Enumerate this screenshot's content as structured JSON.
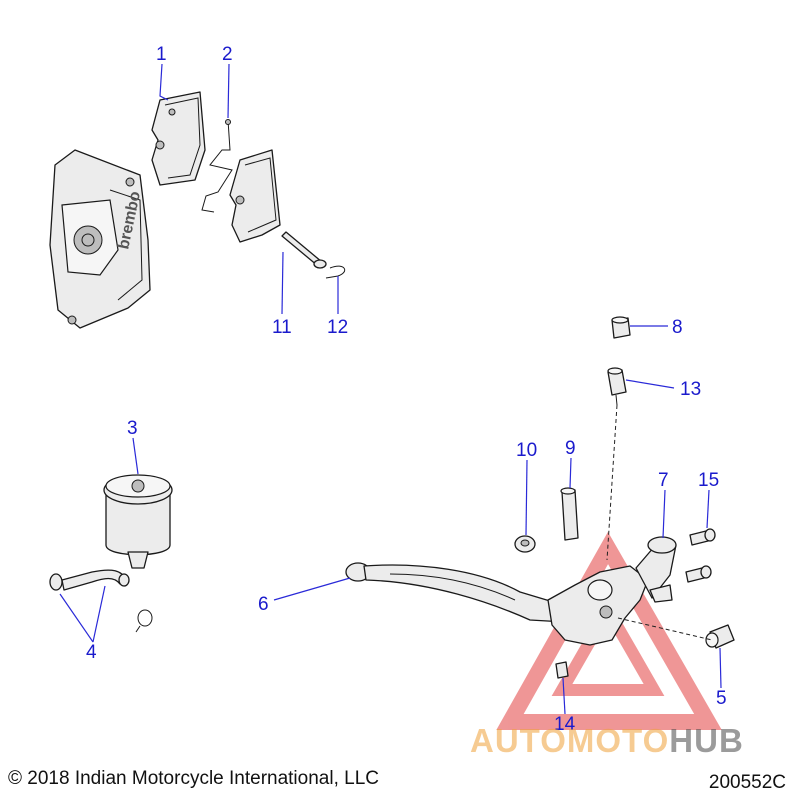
{
  "callouts": {
    "c1": "1",
    "c2": "2",
    "c3": "3",
    "c4": "4",
    "c5": "5",
    "c6": "6",
    "c7": "7",
    "c8": "8",
    "c9": "9",
    "c10": "10",
    "c11": "11",
    "c12": "12",
    "c13": "13",
    "c14": "14",
    "c15": "15"
  },
  "caliper_brand": "brembo",
  "footer": {
    "copyright": "© 2018 Indian Motorcycle International, LLC",
    "diagram_id": "200552C"
  },
  "watermark": {
    "part1": "AUTOMOTO",
    "part2": "HUB",
    "logo": "triangle-logo"
  },
  "colors": {
    "callout": "#1a1acc",
    "watermark_orange": "#f0a23a",
    "watermark_red": "#e03030",
    "watermark_gray": "#4a4a4a"
  }
}
